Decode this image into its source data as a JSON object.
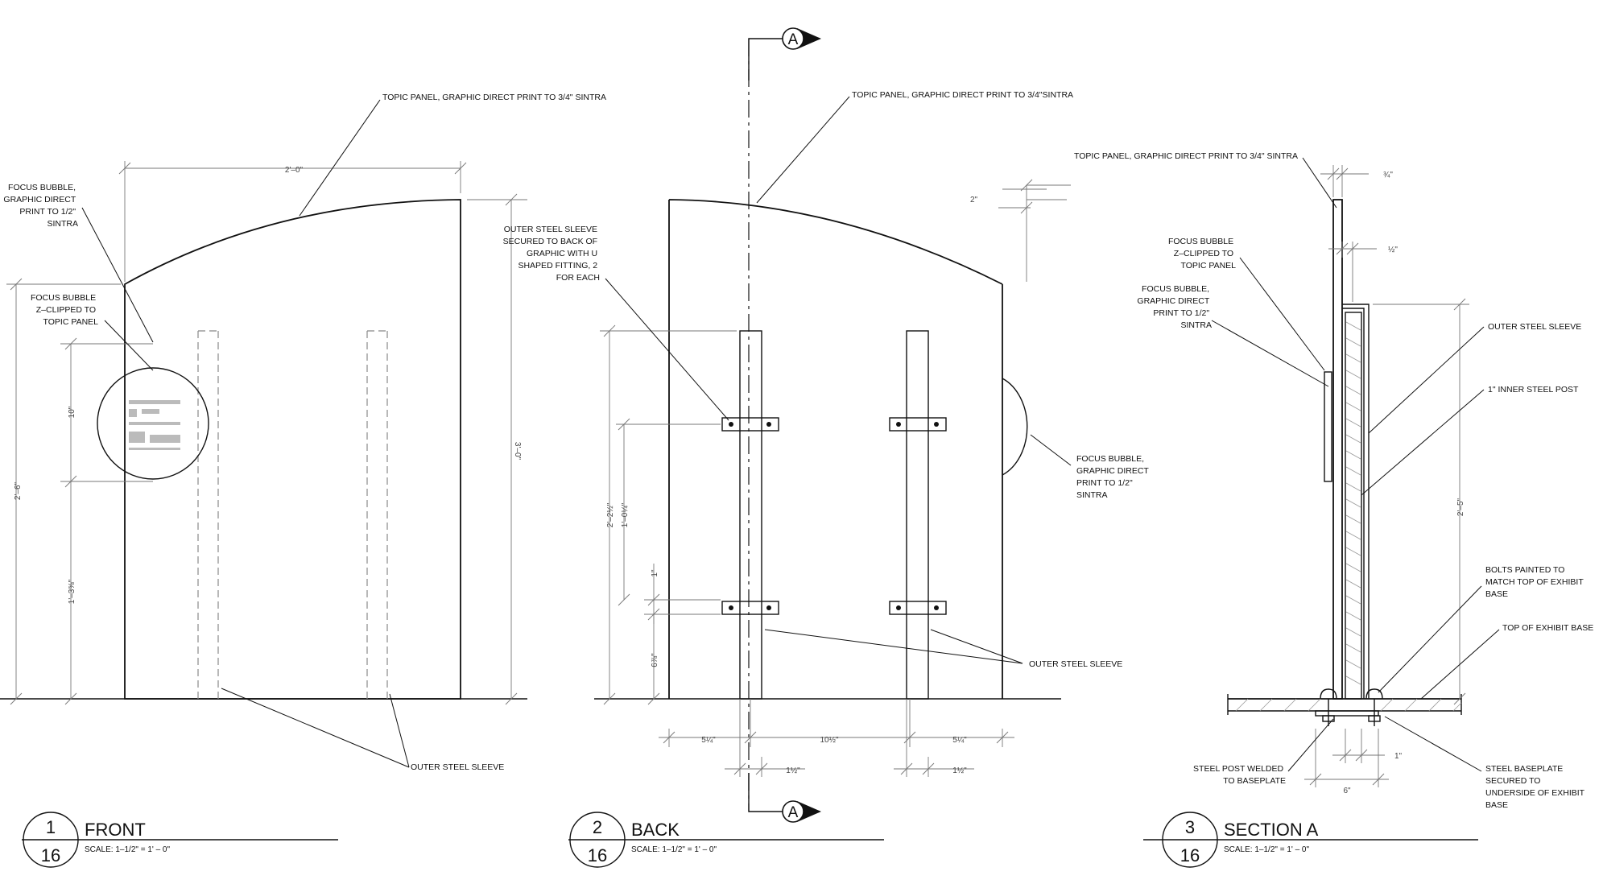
{
  "views": [
    {
      "number": "1",
      "sheet": "16",
      "title": "FRONT",
      "scale": "SCALE: 1–1/2\" = 1' – 0\"",
      "notes": {
        "topic_panel": "TOPIC PANEL, GRAPHIC DIRECT PRINT TO 3/4\" SINTRA",
        "focus_print": [
          "FOCUS BUBBLE,",
          "GRAPHIC DIRECT",
          "PRINT TO 1/2\"",
          "SINTRA"
        ],
        "focus_clip": [
          "FOCUS BUBBLE",
          "Z–CLIPPED TO",
          "TOPIC PANEL"
        ],
        "sleeve": "OUTER STEEL SLEEVE"
      },
      "dims": {
        "width": "2'–0\"",
        "height_total": "3'–0\"",
        "height_left": "2'–6\"",
        "bubble": "10\"",
        "bottom": "1'–3⅝\""
      }
    },
    {
      "number": "2",
      "sheet": "16",
      "title": "BACK",
      "scale": "SCALE: 1–1/2\" = 1' – 0\"",
      "notes": {
        "topic_panel": "TOPIC PANEL, GRAPHIC DIRECT PRINT TO 3/4\"SINTRA",
        "sleeve_secured": [
          "OUTER STEEL SLEEVE",
          "SECURED TO BACK OF",
          "GRAPHIC WITH U",
          "SHAPED FITTING, 2",
          "FOR EACH"
        ],
        "focus_print": [
          "FOCUS BUBBLE,",
          "GRAPHIC DIRECT",
          "PRINT TO 1/2\"",
          "SINTRA"
        ],
        "sleeve": "OUTER STEEL SLEEVE"
      },
      "dims": {
        "top": "2\"",
        "height_a": "2'–2½\"",
        "height_b": "1'–0¼\"",
        "gap": "1\"",
        "bottom": "6⅞\"",
        "left": "5¼\"",
        "middle": "10½\"",
        "right": "5¼\"",
        "sleeve_left": "1½\"",
        "sleeve_right": "1½\""
      },
      "section_marker": "A"
    },
    {
      "number": "3",
      "sheet": "16",
      "title": "SECTION A",
      "scale": "SCALE: 1–1/2\" = 1' – 0\"",
      "notes": {
        "topic_panel": "TOPIC PANEL, GRAPHIC DIRECT PRINT TO 3/4\" SINTRA",
        "focus_clip": [
          "FOCUS BUBBLE",
          "Z–CLIPPED TO",
          "TOPIC PANEL"
        ],
        "focus_print": [
          "FOCUS BUBBLE,",
          "GRAPHIC DIRECT",
          "PRINT TO 1/2\"",
          "SINTRA"
        ],
        "sleeve": "OUTER STEEL SLEEVE",
        "inner_post": "1\" INNER STEEL POST",
        "bolts": [
          "BOLTS PAINTED TO",
          "MATCH TOP OF EXHIBIT",
          "BASE"
        ],
        "top_base": "TOP OF EXHIBIT BASE",
        "post_welded": [
          "STEEL POST WELDED",
          "TO BASEPLATE"
        ],
        "baseplate": [
          "STEEL BASEPLATE",
          "SECURED TO",
          "UNDERSIDE OF EXHIBIT",
          "BASE"
        ]
      },
      "dims": {
        "panel": "¾\"",
        "offset": "½\"",
        "height": "2'–5\"",
        "post": "1\"",
        "base": "6\""
      }
    }
  ]
}
